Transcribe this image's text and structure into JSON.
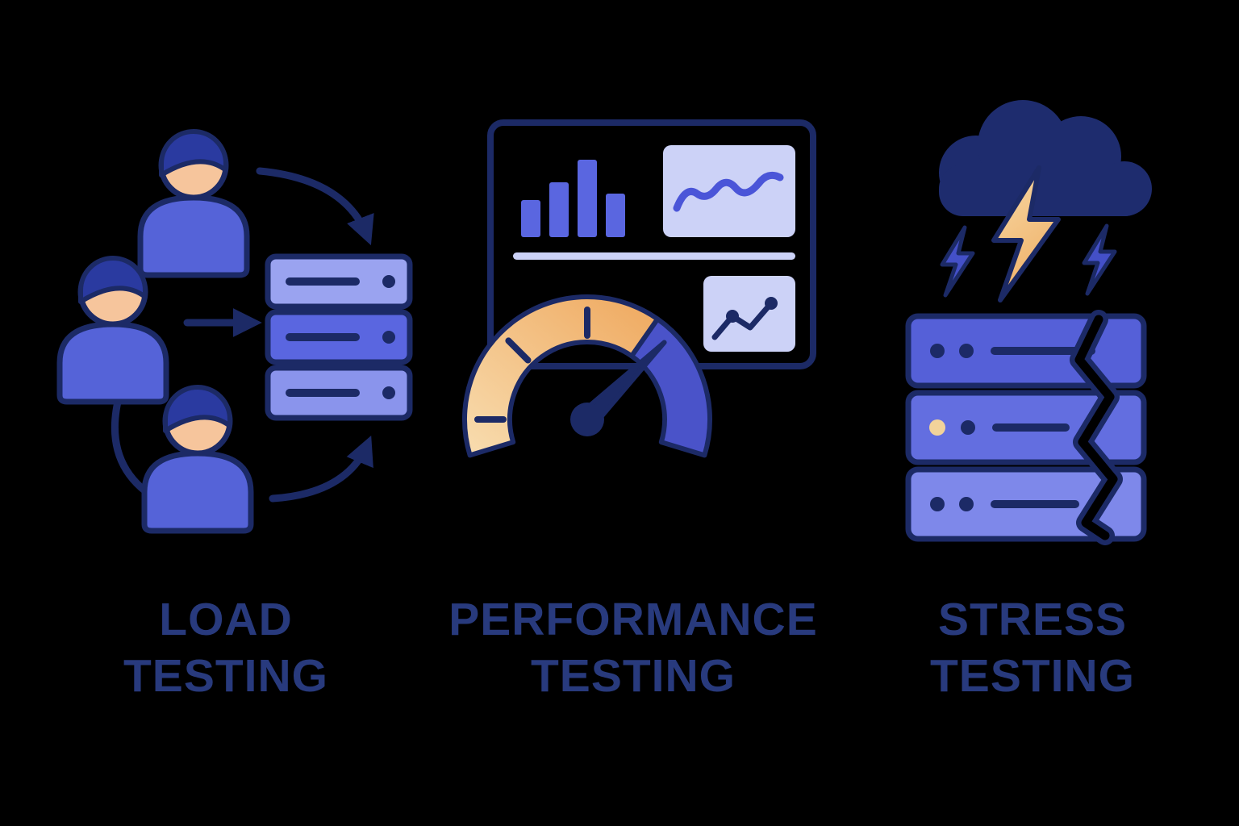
{
  "page": {
    "background": "#000000",
    "kind": "testing-types-infographic"
  },
  "items": [
    {
      "name": "load-testing",
      "label_line1": "LOAD",
      "label_line2": "TESTING",
      "icon": "users-to-servers-icon"
    },
    {
      "name": "performance-testing",
      "label_line1": "PERFORMANCE",
      "label_line2": "TESTING",
      "icon": "speedometer-dashboard-icon"
    },
    {
      "name": "stress-testing",
      "label_line1": "STRESS",
      "label_line2": "TESTING",
      "icon": "storm-cracked-servers-icon"
    }
  ],
  "colors": {
    "background": "#000000",
    "label_text": "#283a7d",
    "outline_navy": "#1c2a66",
    "primary_blue": "#5563d8",
    "server_light": "#9aa3f0",
    "server_medium": "#5a66e0",
    "server_light2": "#8a94ec",
    "panel_lavender": "#ccd2f7",
    "chart_blue": "#4a55d8",
    "bar_blue": "#5a66e0",
    "gauge_blue": "#4a53c9",
    "gauge_orange": "#efa85e",
    "gauge_cream": "#f8ddb0",
    "skin": "#f6c59c",
    "hair_blue": "#2a3aa0",
    "cloud_navy": "#1e2c6e",
    "bolt_cream": "#f7d9a6",
    "bolt_orange": "#f0b26a",
    "small_bolt_blue": "#4450c8",
    "stress_tier_1": "#5560d8",
    "stress_tier_2": "#636ee0",
    "stress_tier_3": "#7e88ea",
    "cream_dot": "#f2d39a"
  }
}
